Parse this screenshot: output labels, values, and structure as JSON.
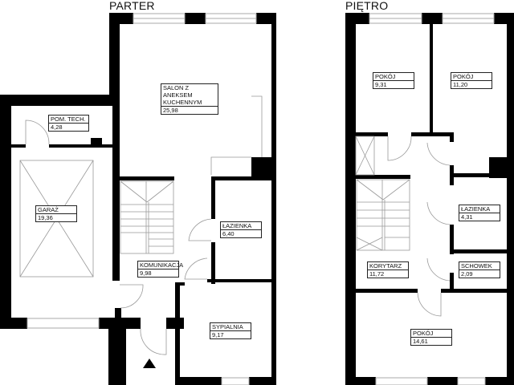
{
  "floors": {
    "ground": {
      "title": "PARTER",
      "rooms": [
        {
          "name": "SALON Z ANEKSEM\nKUCHENNYM",
          "area": "25,98"
        },
        {
          "name": "POM. TECH.",
          "area": "4,28"
        },
        {
          "name": "GARAŻ",
          "area": "19,36"
        },
        {
          "name": "ŁAZIENKA",
          "area": "6,40"
        },
        {
          "name": "KOMUNIKACJA",
          "area": "9,98"
        },
        {
          "name": "SYPIALNIA",
          "area": "9,17"
        }
      ],
      "entrance_symbol": "entrance-arrow"
    },
    "upper": {
      "title": "PIĘTRO",
      "rooms": [
        {
          "name": "POKÓJ",
          "area": "9,31"
        },
        {
          "name": "POKÓJ",
          "area": "11,20"
        },
        {
          "name": "ŁAZIENKA",
          "area": "4,31"
        },
        {
          "name": "KORYTARZ",
          "area": "11,72"
        },
        {
          "name": "SCHOWEK",
          "area": "2,09"
        },
        {
          "name": "POKÓJ",
          "area": "14,61"
        }
      ]
    }
  },
  "colors": {
    "wall": "#000000",
    "line": "#999999",
    "window": "#cccccc"
  }
}
